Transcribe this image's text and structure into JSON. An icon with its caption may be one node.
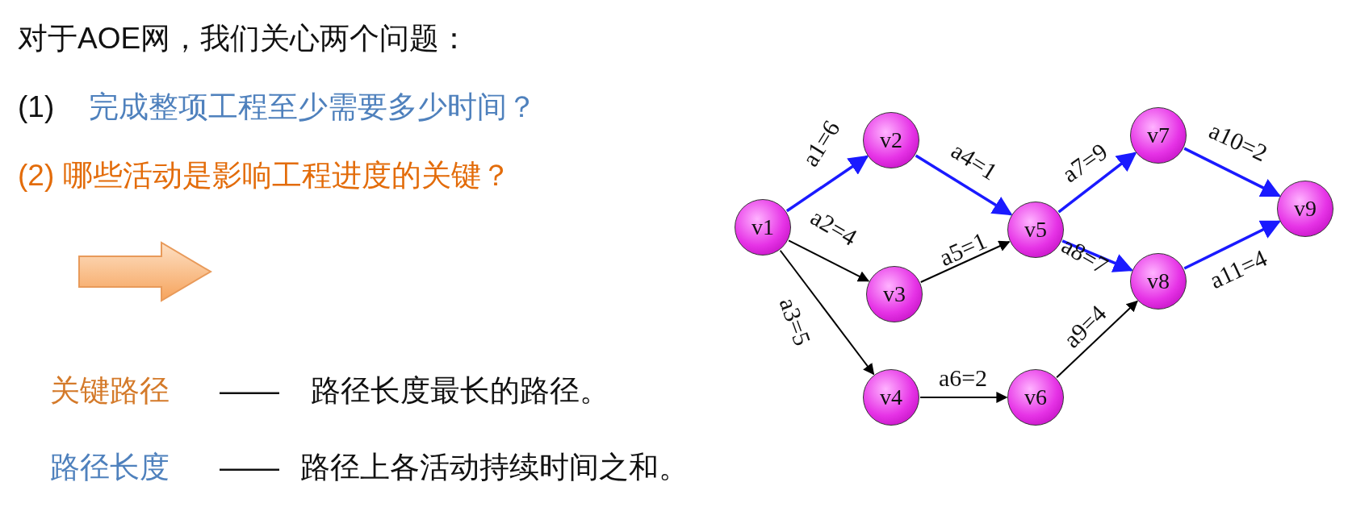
{
  "diagram": {
    "title": "对于AOE网，我们关心两个问题：",
    "nodes": [
      {
        "text": [
          "v1"
        ]
      },
      {
        "text": [
          "v2"
        ]
      },
      {
        "text": [
          "v3"
        ]
      },
      {
        "text": [
          "v4"
        ]
      },
      {
        "text": [
          "v5"
        ]
      },
      {
        "text": [
          "v6"
        ]
      },
      {
        "text": [
          "v7"
        ]
      },
      {
        "text": [
          "v8"
        ]
      },
      {
        "text": [
          "v9"
        ]
      }
    ],
    "edges": [
      {
        "from": 0,
        "to": 1,
        "arrow": "to",
        "label": "a1=6"
      },
      {
        "from": 0,
        "to": 2,
        "arrow": "to",
        "label": "a2=4",
        "color": "#000000"
      },
      {
        "from": 0,
        "to": 3,
        "arrow": "to",
        "label": "a3=5",
        "color": "#000000"
      },
      {
        "from": 1,
        "to": 4,
        "arrow": "to",
        "label": "a4=1"
      },
      {
        "from": 2,
        "to": 4,
        "arrow": "to",
        "label": "a5=1",
        "color": "#000000"
      },
      {
        "from": 3,
        "to": 5,
        "arrow": "to",
        "label": "a6=2",
        "color": "#000000"
      },
      {
        "from": 4,
        "to": 6,
        "arrow": "to",
        "label": "a7=9"
      },
      {
        "from": 4,
        "to": 7,
        "arrow": "to",
        "label": "a8=7"
      },
      {
        "from": 5,
        "to": 7,
        "arrow": "to",
        "label": "a9=4",
        "color": "#000000"
      },
      {
        "from": 6,
        "to": 8,
        "arrow": "to",
        "label": "a10=2"
      },
      {
        "from": 7,
        "to": 8,
        "arrow": "to",
        "label": "a11=4"
      }
    ],
    "labels": [
      "(1)",
      "完成整项工程至少需要多少时间？",
      "(2) 哪些活动是影响工程进度的关键？",
      "关键路径",
      "——",
      "路径长度最长的路径。",
      "路径长度",
      "——",
      "路径上各活动持续时间之和。"
    ]
  }
}
